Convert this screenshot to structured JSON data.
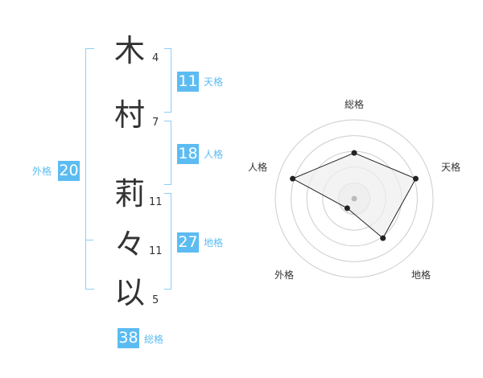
{
  "characters": [
    {
      "char": "木",
      "strokes": "4"
    },
    {
      "char": "村",
      "strokes": "7"
    },
    {
      "char": "莉",
      "strokes": "11"
    },
    {
      "char": "々",
      "strokes": "11"
    },
    {
      "char": "以",
      "strokes": "5"
    }
  ],
  "fortunes": {
    "tenkaku": {
      "value": "11",
      "label": "天格"
    },
    "jinkaku": {
      "value": "18",
      "label": "人格"
    },
    "chikaku": {
      "value": "27",
      "label": "地格"
    },
    "gaikaku": {
      "value": "20",
      "label": "外格"
    },
    "soukaku": {
      "value": "38",
      "label": "総格"
    }
  },
  "radar": {
    "axes": [
      "総格",
      "天格",
      "地格",
      "外格",
      "人格"
    ],
    "levels": [
      0.58,
      0.82,
      0.62,
      0.15,
      0.82
    ],
    "rings": 5,
    "colors": {
      "fill": "#eeeeee",
      "line": "#222222",
      "ring": "#cccccc",
      "point": "#222222",
      "center": "#bbbbbb"
    }
  }
}
